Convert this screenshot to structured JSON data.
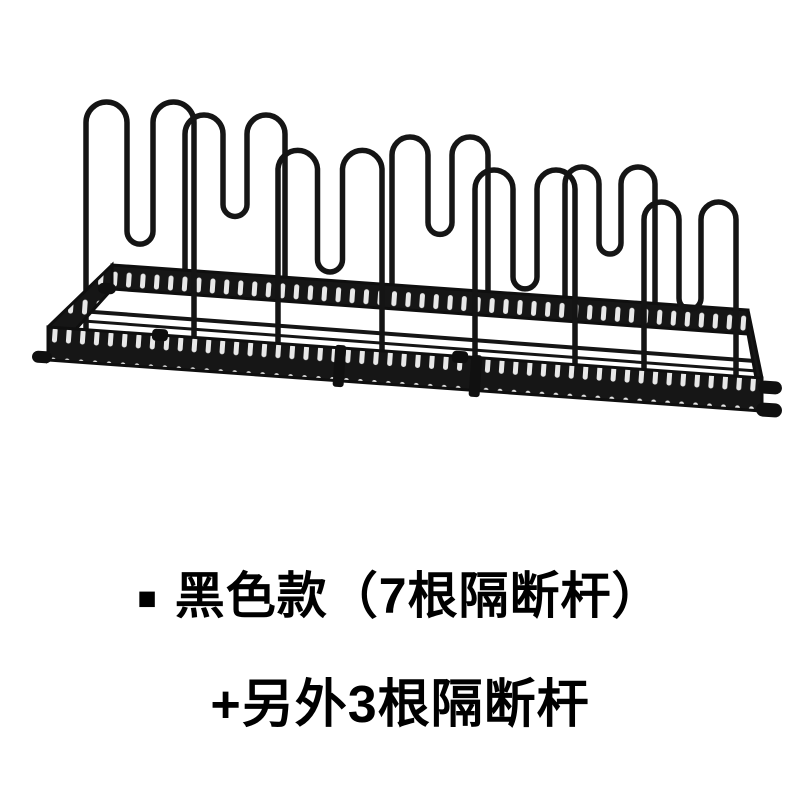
{
  "image": {
    "subject": "pot-lid-organizer-rack",
    "rack_color_hex": "#161616",
    "divider_count_shown": 7
  },
  "caption": {
    "bullet": "■",
    "line1": "黑色款（7根隔断杆）",
    "line2": "+另外3根隔断杆"
  }
}
